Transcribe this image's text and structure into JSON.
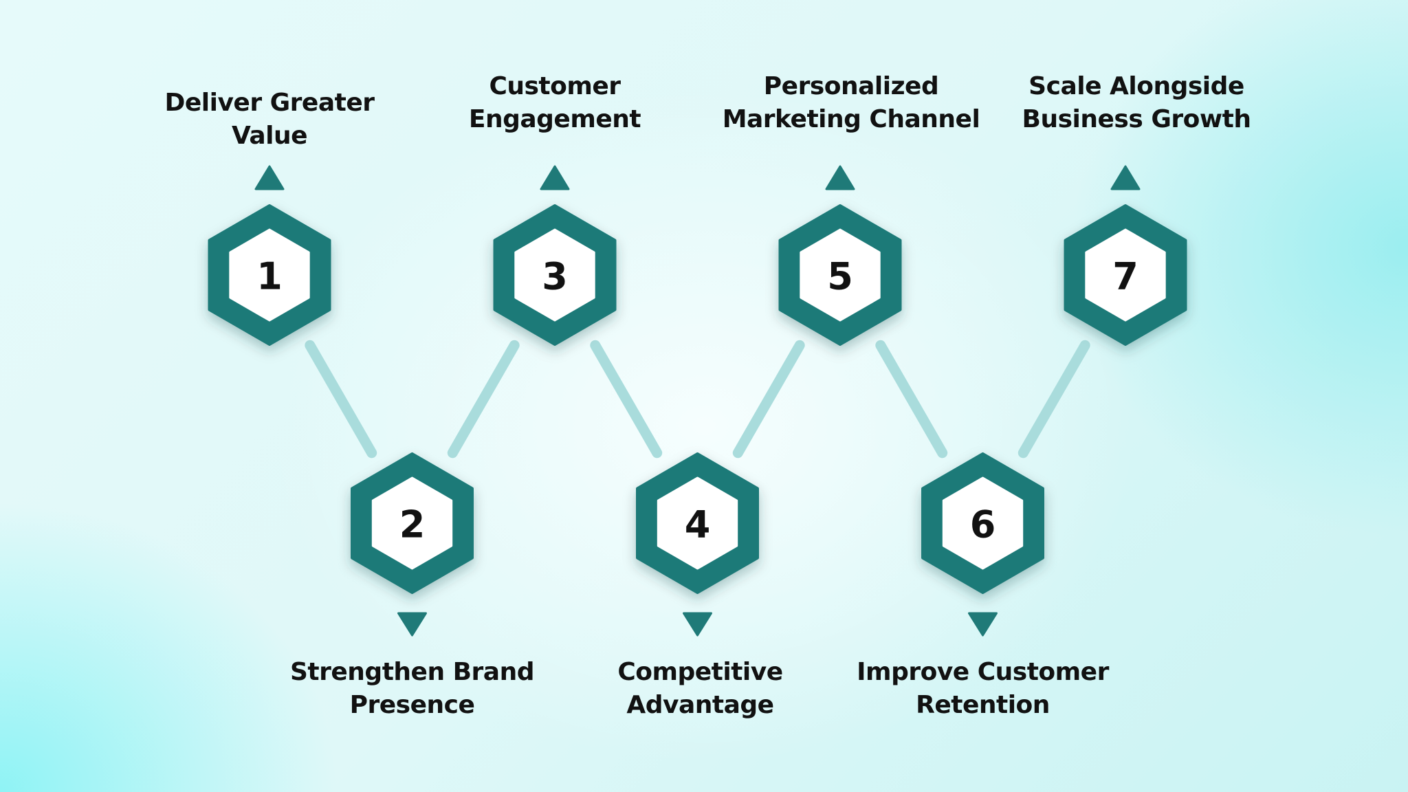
{
  "diagram": {
    "colors": {
      "hexagon": "#1f7a78",
      "connector": "#a9dcdc",
      "arrow": "#1f7a78",
      "inner": "#ffffff",
      "text": "#111111"
    },
    "steps": [
      {
        "number": "1",
        "line1": "Deliver Greater",
        "line2": "Value",
        "row": "top"
      },
      {
        "number": "2",
        "line1": "Strengthen Brand",
        "line2": "Presence",
        "row": "bottom"
      },
      {
        "number": "3",
        "line1": "Customer",
        "line2": "Engagement",
        "row": "top"
      },
      {
        "number": "4",
        "line1": "Competitive",
        "line2": "Advantage",
        "row": "bottom"
      },
      {
        "number": "5",
        "line1": "Personalized",
        "line2": "Marketing Channel",
        "row": "top"
      },
      {
        "number": "6",
        "line1": "Improve Customer",
        "line2": "Retention",
        "row": "bottom"
      },
      {
        "number": "7",
        "line1": "Scale Alongside",
        "line2": "Business Growth",
        "row": "top"
      }
    ]
  }
}
